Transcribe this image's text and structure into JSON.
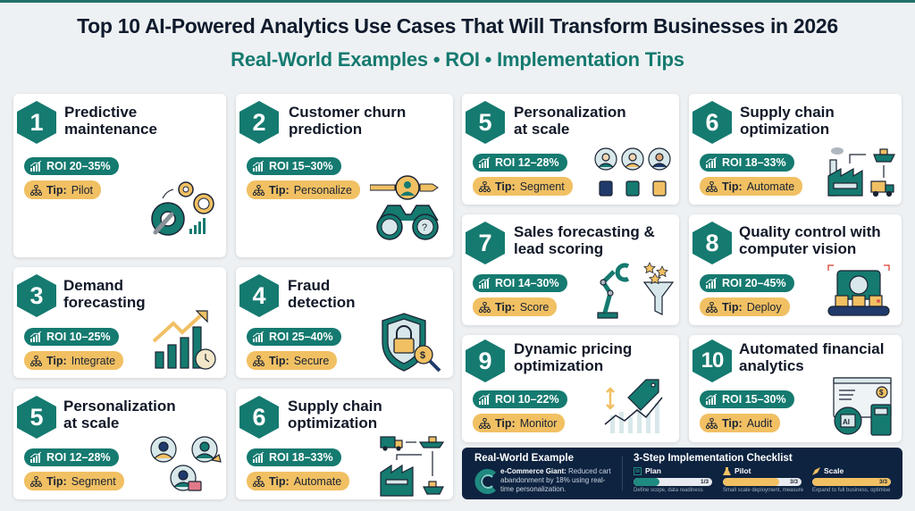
{
  "header": {
    "title": "Top 10 AI-Powered Analytics Use Cases That Will Transform Businesses in 2026",
    "subtitle": "Real-World Examples • ROI • Implementation Tips"
  },
  "colors": {
    "teal": "#157a70",
    "gold": "#f1c063",
    "navy": "#0e2340",
    "background": "#eef1f3"
  },
  "cards": [
    {
      "number": "1",
      "title": "Predictive maintenance",
      "roi": "ROI 20–35%",
      "tip_label": "Tip:",
      "tip": "Pilot",
      "icon": "gears-wrench-icon"
    },
    {
      "number": "2",
      "title": "Customer churn prediction",
      "roi": "ROI 15–30%",
      "tip_label": "Tip:",
      "tip": "Personalize",
      "icon": "binoculars-customer-icon"
    },
    {
      "number": "5",
      "title": "Personalization at scale",
      "roi": "ROI 12–28%",
      "tip_label": "Tip:",
      "tip": "Segment",
      "icon": "customers-products-icon"
    },
    {
      "number": "6",
      "title": "Supply chain optimization",
      "roi": "ROI 18–33%",
      "tip_label": "Tip:",
      "tip": "Automate",
      "icon": "factory-logistics-icon"
    },
    {
      "number": "7",
      "title": "Sales forecasting & lead scoring",
      "roi": "ROI 14–30%",
      "tip_label": "Tip:",
      "tip": "Score",
      "icon": "robot-magnet-funnel-icon"
    },
    {
      "number": "8",
      "title": "Quality control with computer vision",
      "roi": "ROI 20–45%",
      "tip_label": "Tip:",
      "tip": "Deploy",
      "icon": "camera-conveyor-icon"
    },
    {
      "number": "3",
      "title": "Demand forecasting",
      "roi": "ROI 10–25%",
      "tip_label": "Tip:",
      "tip": "Integrate",
      "icon": "growth-chart-clock-icon"
    },
    {
      "number": "4",
      "title": "Fraud detection",
      "roi": "ROI 25–40%",
      "tip_label": "Tip:",
      "tip": "Secure",
      "icon": "shield-lock-icon"
    },
    {
      "number": "9",
      "title": "Dynamic pricing optimization",
      "roi": "ROI 10–22%",
      "tip_label": "Tip:",
      "tip": "Monitor",
      "icon": "price-tag-chart-icon"
    },
    {
      "number": "10",
      "title": "Automated financial analytics",
      "roi": "ROI 15–30%",
      "tip_label": "Tip:",
      "tip": "Audit",
      "icon": "ai-finance-dashboard-icon"
    },
    {
      "number": "5",
      "title": "Personalization at scale",
      "roi": "ROI 12–28%",
      "tip_label": "Tip:",
      "tip": "Segment",
      "icon": "customer-segments-icon"
    },
    {
      "number": "6",
      "title": "Supply chain optimization",
      "roi": "ROI 18–33%",
      "tip_label": "Tip:",
      "tip": "Automate",
      "icon": "truck-ship-factory-icon"
    }
  ],
  "banner": {
    "example_title": "Real-World Example",
    "example_company": "e-Commerce Giant:",
    "example_text": "Reduced cart abandonment by 18% using real-time personalization.",
    "checklist_title": "3-Step Implementation Checklist",
    "steps": [
      {
        "label": "Plan",
        "progress": "1/3",
        "percent": 33,
        "color": "#1f8a80",
        "desc": "Define scope, data readiness"
      },
      {
        "label": "Pilot",
        "progress": "3/3",
        "percent": 72,
        "color": "#f1c063",
        "desc": "Small scale deployment, measure"
      },
      {
        "label": "Scale",
        "progress": "3/3",
        "percent": 100,
        "color": "#f1c063",
        "desc": "Expand to full business, optimise"
      }
    ]
  }
}
